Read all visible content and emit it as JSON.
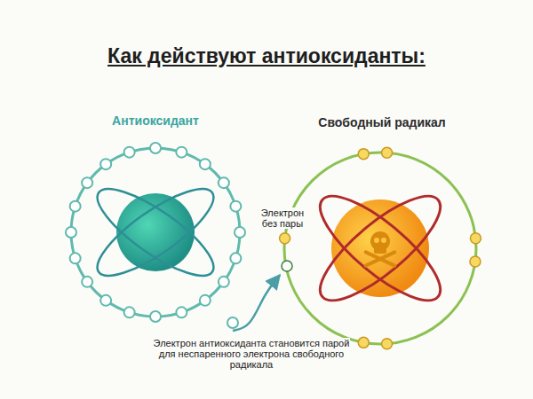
{
  "diagram": {
    "title": "Как действуют антиоксиданты:",
    "nodes": [
      {
        "text": [
          "Антиоксидант"
        ]
      },
      {
        "text": [
          "Свободный радикал"
        ]
      }
    ],
    "edges": [
      {
        "from": 0,
        "to": 1,
        "arrow": "to"
      }
    ],
    "labels": [
      "Электрон без пары",
      "Электрон антиоксиданта становится парой для неспаренного электрона свободного радикала"
    ]
  }
}
